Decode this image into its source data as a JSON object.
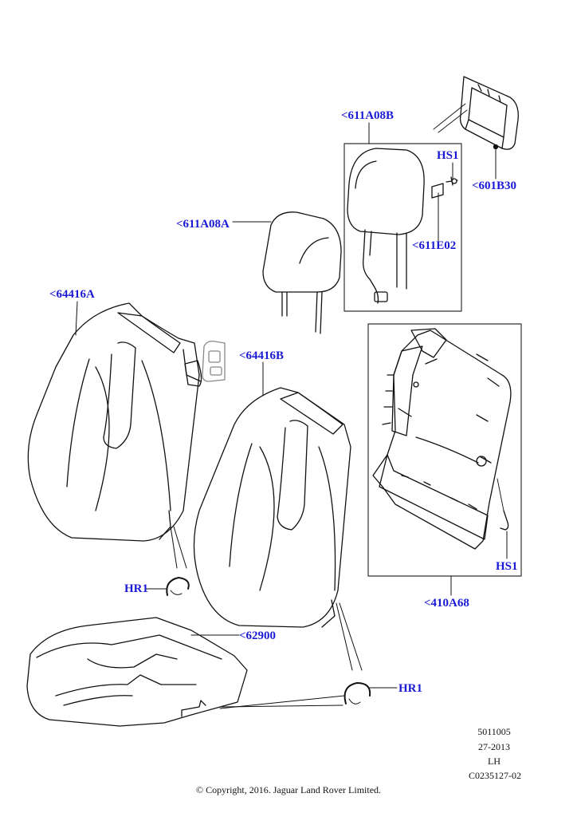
{
  "colors": {
    "callout_text": "#1a1ad6",
    "line": "#111111",
    "leader": "#111111",
    "box_border": "#333333"
  },
  "callouts": {
    "c611A08B": "<611A08B",
    "cHS1_top": "HS1",
    "c601B30": "<601B30",
    "c611A08A": "<611A08A",
    "c611E02": "<611E02",
    "c64416A": "<64416A",
    "c64416B": "<64416B",
    "cHR1_left": "HR1",
    "c62900": "<62900",
    "cHR1_right": "HR1",
    "cHS1_bottom": "HS1",
    "c410A68": "<410A68"
  },
  "footer": {
    "line1": "5011005",
    "line2": "27-2013",
    "line3": "LH",
    "line4": "C0235127-02",
    "copyright": "© Copyright, 2016. Jaguar Land Rover Limited."
  }
}
